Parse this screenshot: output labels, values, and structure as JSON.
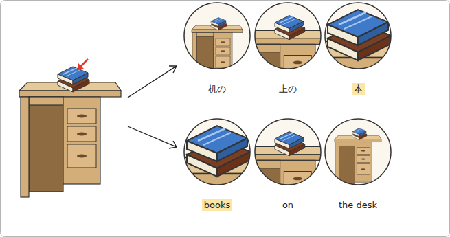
{
  "diagram": {
    "nodes": [
      {
        "text": [
          "机の"
        ]
      },
      {
        "text": [
          "上の"
        ]
      },
      {
        "text": [
          "本"
        ]
      },
      {
        "text": [
          "books"
        ]
      },
      {
        "text": [
          "on"
        ]
      },
      {
        "text": [
          "the desk"
        ]
      }
    ]
  }
}
